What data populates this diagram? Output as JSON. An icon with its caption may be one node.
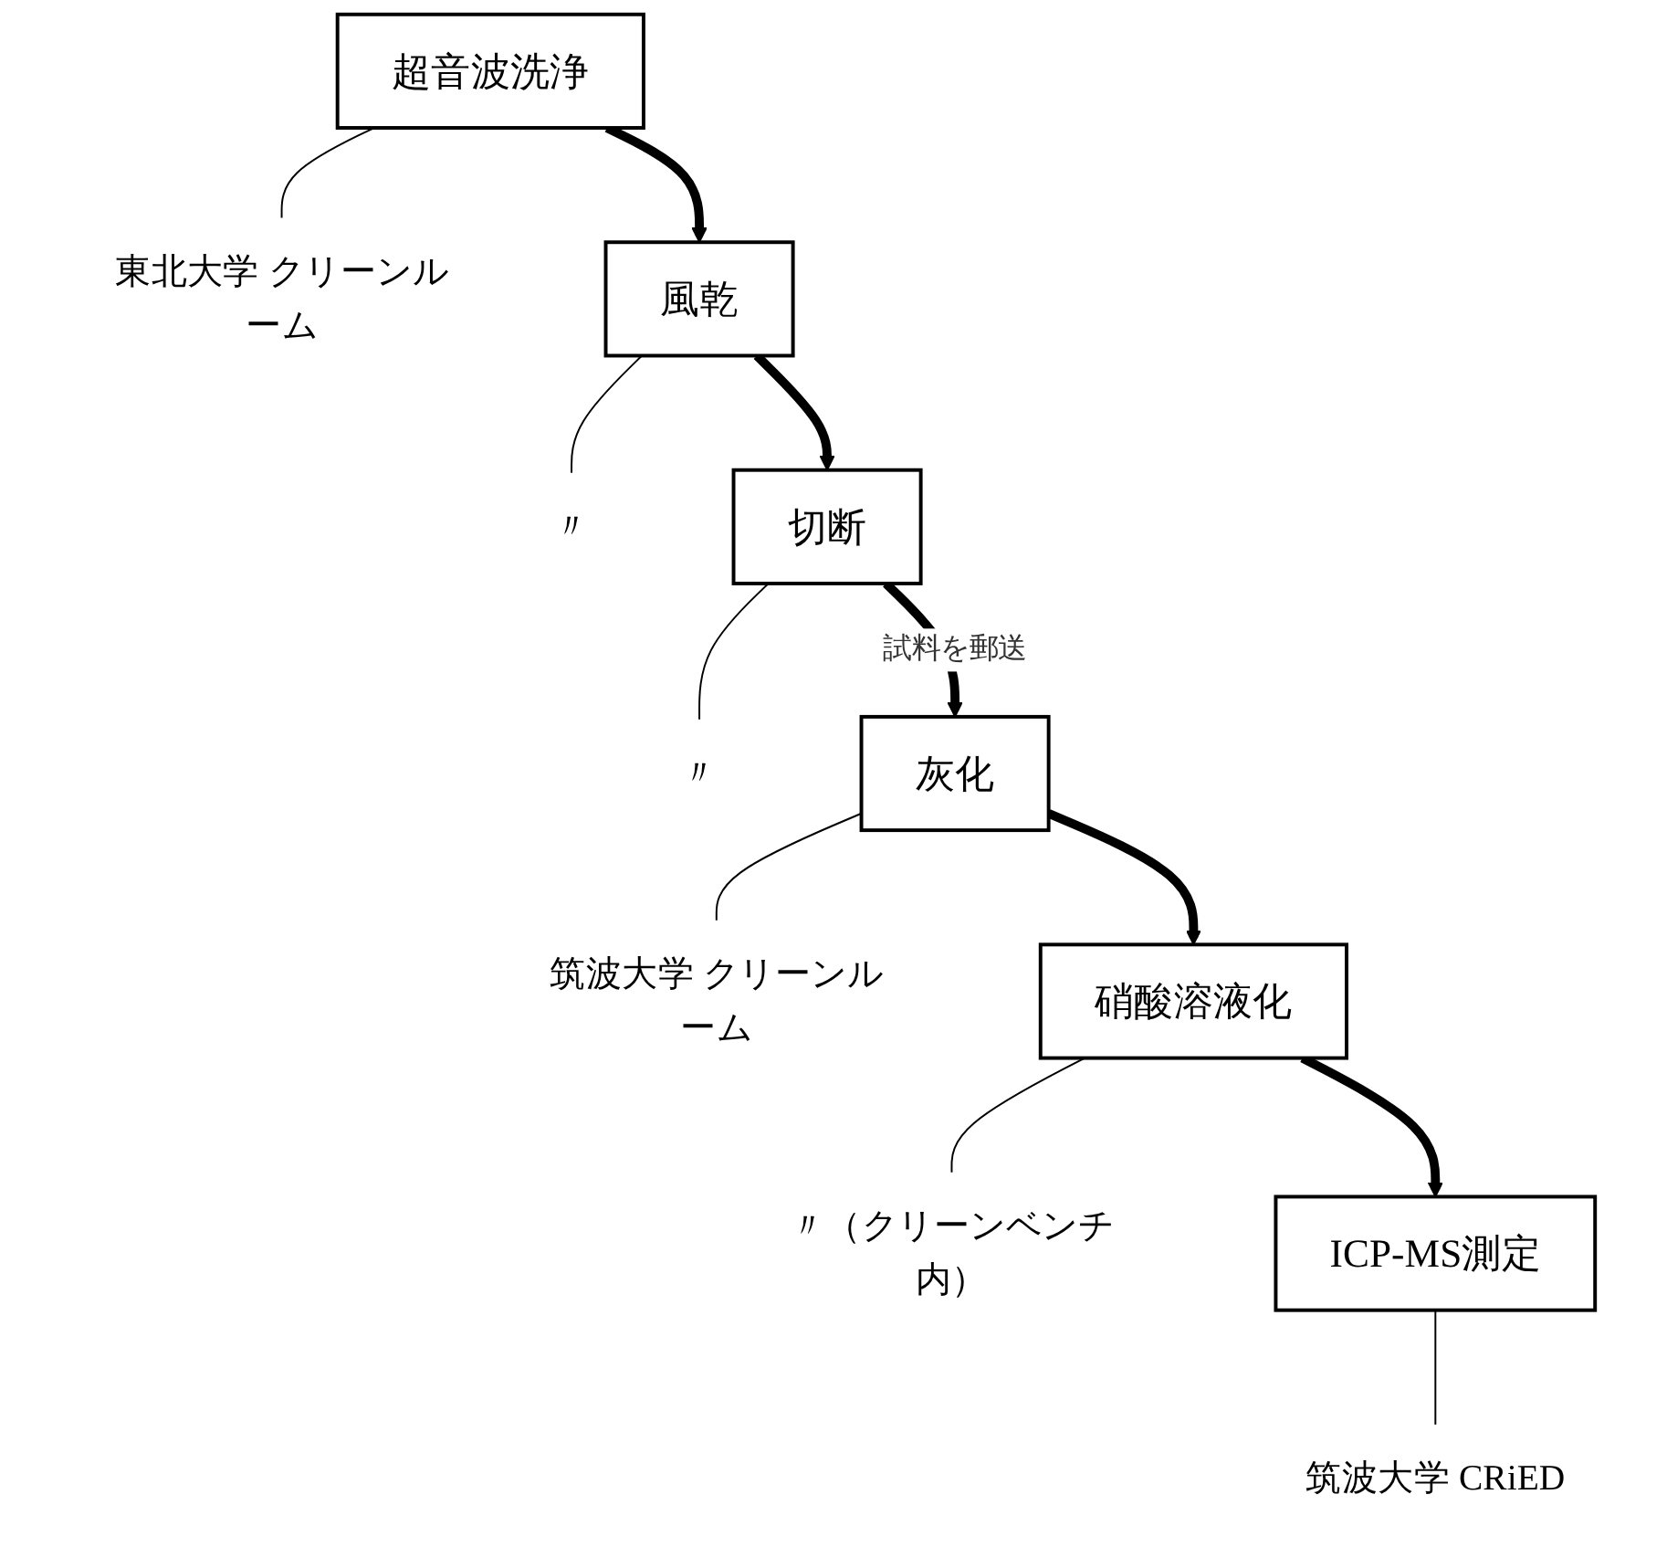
{
  "diagram": {
    "nodes": [
      {
        "text": [
          "超音波洗浄"
        ]
      },
      {
        "text": [
          "東北大学 クリーンルーム"
        ]
      },
      {
        "text": [
          "風乾"
        ]
      },
      {
        "text": [
          "〃"
        ]
      },
      {
        "text": [
          "切断"
        ]
      },
      {
        "text": [
          "〃"
        ]
      },
      {
        "text": [
          "灰化"
        ]
      },
      {
        "text": [
          "筑波大学 クリーンルーム"
        ]
      },
      {
        "text": [
          "硝酸溶液化"
        ]
      },
      {
        "text": [
          "〃（クリーンベンチ内）"
        ]
      },
      {
        "text": [
          "ICP-MS測定"
        ]
      },
      {
        "text": [
          "筑波大学 CRiED"
        ]
      }
    ],
    "edges": [
      {
        "from": 0,
        "to": 1,
        "arrow": "none"
      },
      {
        "from": 0,
        "to": 2,
        "arrow": "to",
        "style": "thick"
      },
      {
        "from": 2,
        "to": 3,
        "arrow": "none"
      },
      {
        "from": 2,
        "to": 4,
        "arrow": "to",
        "style": "thick"
      },
      {
        "from": 4,
        "to": 5,
        "arrow": "none"
      },
      {
        "from": 4,
        "to": 6,
        "arrow": "to",
        "style": "thick",
        "label": "試料を郵送"
      },
      {
        "from": 6,
        "to": 7,
        "arrow": "none"
      },
      {
        "from": 6,
        "to": 8,
        "arrow": "to",
        "style": "thick"
      },
      {
        "from": 8,
        "to": 9,
        "arrow": "none"
      },
      {
        "from": 8,
        "to": 10,
        "arrow": "to",
        "style": "thick"
      },
      {
        "from": 10,
        "to": 11,
        "arrow": "none"
      }
    ]
  }
}
